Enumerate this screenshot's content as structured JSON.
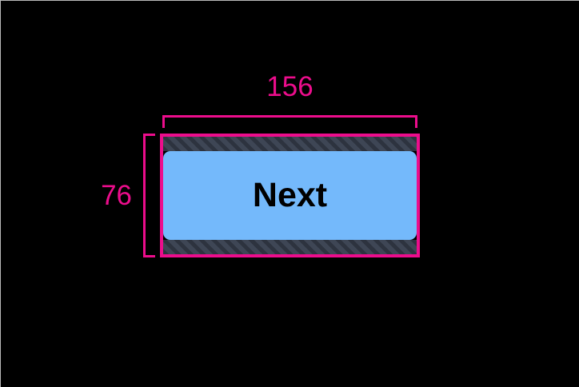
{
  "overlay": {
    "canvas_background": "#000000",
    "accent_color": "#ec0d8c",
    "padding_hatch_color": "#3a4150",
    "content_color": "#74b9fb"
  },
  "measurements": {
    "width_label": "156",
    "height_label": "76"
  },
  "element": {
    "label": "Next",
    "text_color": "#000000"
  }
}
